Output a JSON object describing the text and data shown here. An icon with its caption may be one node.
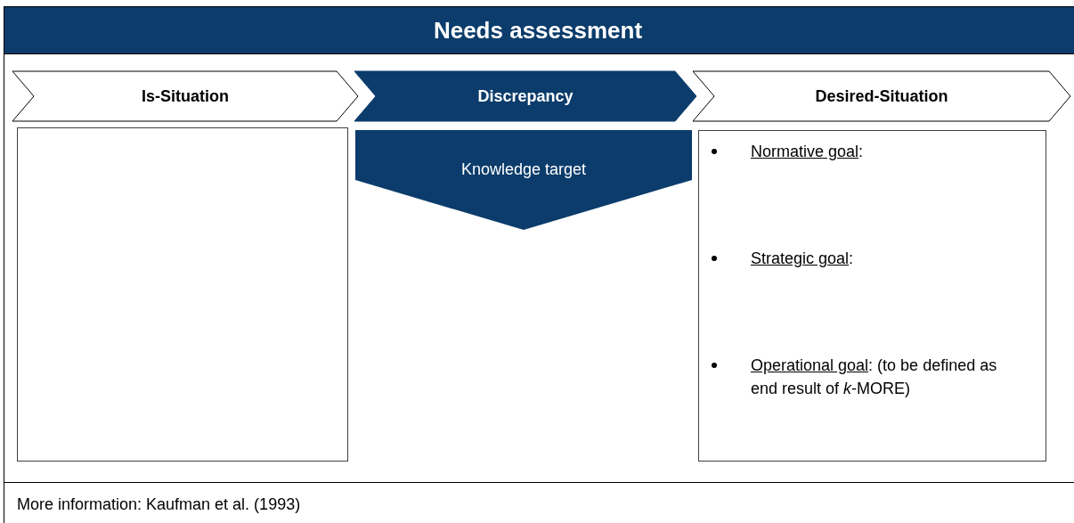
{
  "diagram": {
    "title": "Needs assessment",
    "caption": "More information: Kaufman et al. (1993)",
    "nodes": [
      {
        "text": [
          "Is-Situation"
        ]
      },
      {
        "text": [
          "Discrepancy"
        ]
      },
      {
        "text": [
          "Desired-Situation"
        ]
      },
      {
        "text": [],
        "shape": "box"
      },
      {
        "text": [
          "Knowledge target"
        ]
      },
      {
        "text": [
          "Normative goal:",
          "Strategic goal:",
          "Operational goal: (to be defined as end result of *k*-MORE)"
        ]
      }
    ]
  }
}
